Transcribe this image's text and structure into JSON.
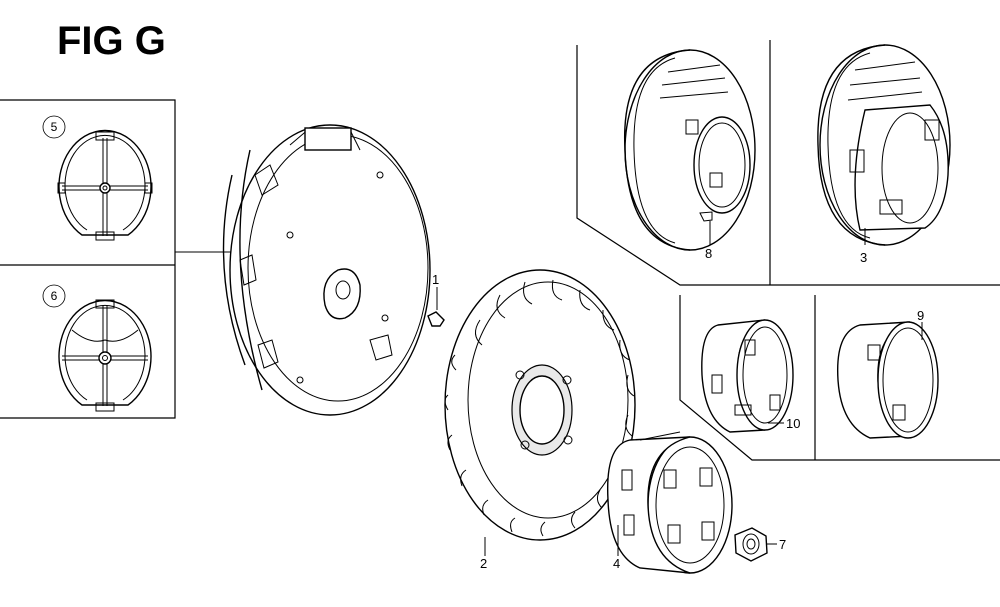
{
  "figure": {
    "title": "FIG G"
  },
  "variants": [
    {
      "circled_number": "5"
    },
    {
      "circled_number": "6"
    }
  ],
  "callouts": {
    "part_1": "1",
    "part_2": "2",
    "part_3": "3",
    "part_4": "4",
    "part_7": "7",
    "part_8": "8",
    "part_9": "9",
    "part_10": "10"
  }
}
